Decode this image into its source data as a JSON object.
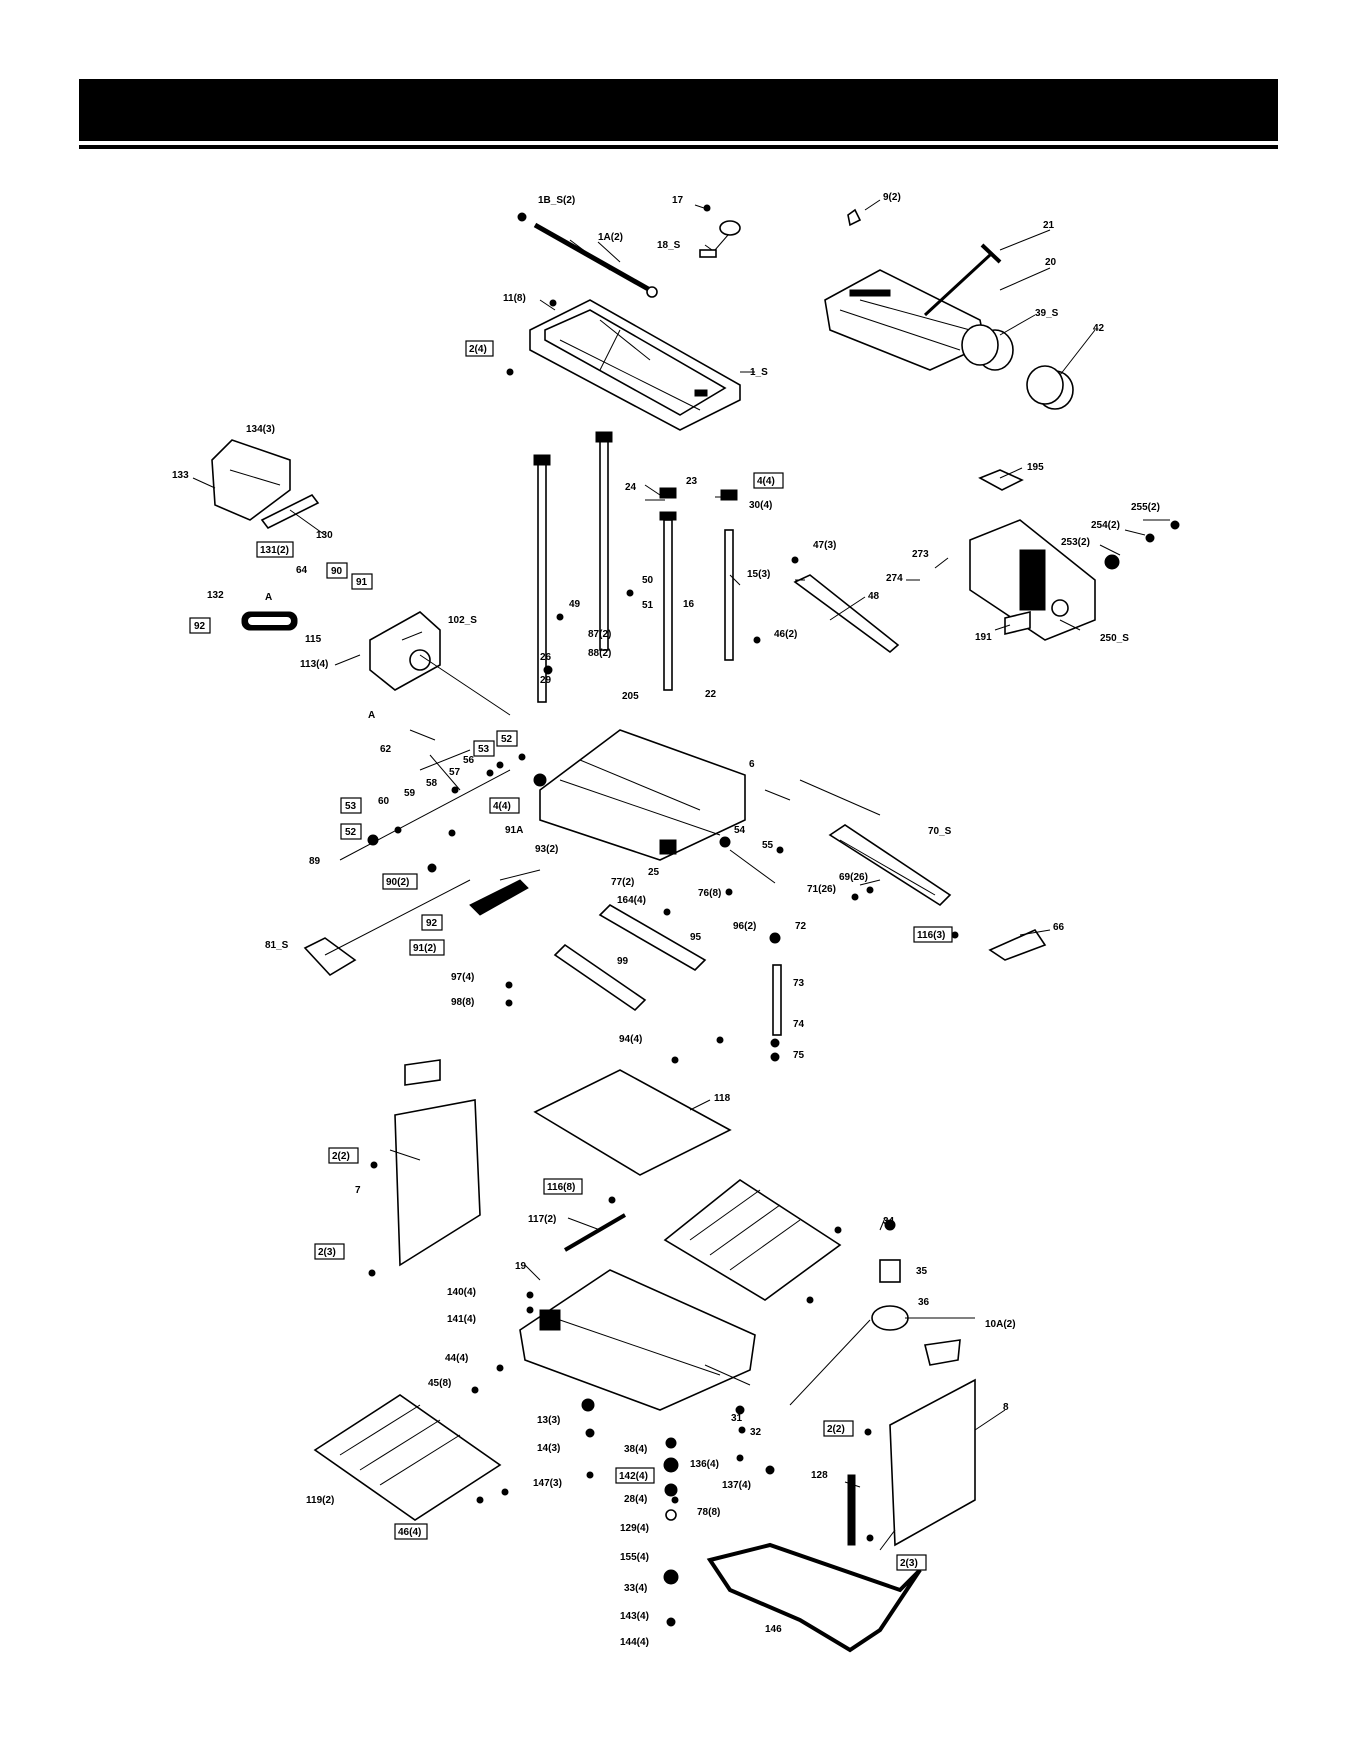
{
  "header": {
    "title": ""
  },
  "labels": [
    {
      "id": "1b",
      "text": "1B_S(2)",
      "box": false
    },
    {
      "id": "1a",
      "text": "1A(2)",
      "box": false
    },
    {
      "id": "17",
      "text": "17",
      "box": false
    },
    {
      "id": "18",
      "text": "18_S",
      "box": false
    },
    {
      "id": "11",
      "text": "11(8)",
      "box": false
    },
    {
      "id": "2_4",
      "text": "2(4)",
      "box": true
    },
    {
      "id": "1s",
      "text": "1_S",
      "box": false
    },
    {
      "id": "9",
      "text": "9(2)",
      "box": false
    },
    {
      "id": "21",
      "text": "21",
      "box": false
    },
    {
      "id": "20",
      "text": "20",
      "box": false
    },
    {
      "id": "39",
      "text": "39_S",
      "box": false
    },
    {
      "id": "42",
      "text": "42",
      "box": false
    },
    {
      "id": "134",
      "text": "134(3)",
      "box": false
    },
    {
      "id": "133",
      "text": "133",
      "box": false
    },
    {
      "id": "130",
      "text": "130",
      "box": false
    },
    {
      "id": "24",
      "text": "24",
      "box": false
    },
    {
      "id": "23",
      "text": "23",
      "box": false
    },
    {
      "id": "4_4a",
      "text": "4(4)",
      "box": true
    },
    {
      "id": "30",
      "text": "30(4)",
      "box": false
    },
    {
      "id": "195",
      "text": "195",
      "box": false
    },
    {
      "id": "255",
      "text": "255(2)",
      "box": false
    },
    {
      "id": "254",
      "text": "254(2)",
      "box": false
    },
    {
      "id": "253",
      "text": "253(2)",
      "box": false
    },
    {
      "id": "131",
      "text": "131(2)",
      "box": true
    },
    {
      "id": "64",
      "text": "64",
      "box": false
    },
    {
      "id": "90a",
      "text": "90",
      "box": true
    },
    {
      "id": "91a",
      "text": "91",
      "box": true
    },
    {
      "id": "132",
      "text": "132",
      "box": false
    },
    {
      "id": "a1",
      "text": "A",
      "box": false
    },
    {
      "id": "47",
      "text": "47(3)",
      "box": false
    },
    {
      "id": "273",
      "text": "273",
      "box": false
    },
    {
      "id": "15",
      "text": "15(3)",
      "box": false
    },
    {
      "id": "274",
      "text": "274",
      "box": false
    },
    {
      "id": "50",
      "text": "50",
      "box": false
    },
    {
      "id": "51",
      "text": "51",
      "box": false
    },
    {
      "id": "16",
      "text": "16",
      "box": false
    },
    {
      "id": "49",
      "text": "49",
      "box": false
    },
    {
      "id": "48",
      "text": "48",
      "box": false
    },
    {
      "id": "92a",
      "text": "92",
      "box": true
    },
    {
      "id": "115",
      "text": "115",
      "box": false
    },
    {
      "id": "102",
      "text": "102_S",
      "box": false
    },
    {
      "id": "87",
      "text": "87(2)",
      "box": false
    },
    {
      "id": "88",
      "text": "88(2)",
      "box": false
    },
    {
      "id": "46",
      "text": "46(2)",
      "box": false
    },
    {
      "id": "191",
      "text": "191",
      "box": false
    },
    {
      "id": "250",
      "text": "250_S",
      "box": false
    },
    {
      "id": "113",
      "text": "113(4)",
      "box": false
    },
    {
      "id": "26",
      "text": "26",
      "box": false
    },
    {
      "id": "29",
      "text": "29",
      "box": false
    },
    {
      "id": "205",
      "text": "205",
      "box": false
    },
    {
      "id": "22",
      "text": "22",
      "box": false
    },
    {
      "id": "a2",
      "text": "A",
      "box": false
    },
    {
      "id": "62",
      "text": "62",
      "box": false
    },
    {
      "id": "53a",
      "text": "53",
      "box": true
    },
    {
      "id": "52a",
      "text": "52",
      "box": true
    },
    {
      "id": "56",
      "text": "56",
      "box": false
    },
    {
      "id": "57",
      "text": "57",
      "box": false
    },
    {
      "id": "58",
      "text": "58",
      "box": false
    },
    {
      "id": "6",
      "text": "6",
      "box": false
    },
    {
      "id": "53b",
      "text": "53",
      "box": true
    },
    {
      "id": "60",
      "text": "60",
      "box": false
    },
    {
      "id": "59",
      "text": "59",
      "box": false
    },
    {
      "id": "4_4b",
      "text": "4(4)",
      "box": true
    },
    {
      "id": "52b",
      "text": "52",
      "box": true
    },
    {
      "id": "91A",
      "text": "91A",
      "box": false
    },
    {
      "id": "54",
      "text": "54",
      "box": false
    },
    {
      "id": "55",
      "text": "55",
      "box": false
    },
    {
      "id": "70",
      "text": "70_S",
      "box": false
    },
    {
      "id": "93",
      "text": "93(2)",
      "box": false
    },
    {
      "id": "89",
      "text": "89",
      "box": false
    },
    {
      "id": "90b",
      "text": "90(2)",
      "box": true
    },
    {
      "id": "77",
      "text": "77(2)",
      "box": false
    },
    {
      "id": "25",
      "text": "25",
      "box": false
    },
    {
      "id": "76",
      "text": "76(8)",
      "box": false
    },
    {
      "id": "69",
      "text": "69(26)",
      "box": false
    },
    {
      "id": "71",
      "text": "71(26)",
      "box": false
    },
    {
      "id": "164",
      "text": "164(4)",
      "box": false
    },
    {
      "id": "116a",
      "text": "116(3)",
      "box": true
    },
    {
      "id": "66",
      "text": "66",
      "box": false
    },
    {
      "id": "92b",
      "text": "92",
      "box": true
    },
    {
      "id": "96",
      "text": "96(2)",
      "box": false
    },
    {
      "id": "72",
      "text": "72",
      "box": false
    },
    {
      "id": "95",
      "text": "95",
      "box": false
    },
    {
      "id": "81",
      "text": "81_S",
      "box": false
    },
    {
      "id": "91b",
      "text": "91(2)",
      "box": true
    },
    {
      "id": "99",
      "text": "99",
      "box": false
    },
    {
      "id": "97",
      "text": "97(4)",
      "box": false
    },
    {
      "id": "73",
      "text": "73",
      "box": false
    },
    {
      "id": "98",
      "text": "98(8)",
      "box": false
    },
    {
      "id": "74",
      "text": "74",
      "box": false
    },
    {
      "id": "94",
      "text": "94(4)",
      "box": false
    },
    {
      "id": "75",
      "text": "75",
      "box": false
    },
    {
      "id": "118",
      "text": "118",
      "box": false
    },
    {
      "id": "2_2a",
      "text": "2(2)",
      "box": true
    },
    {
      "id": "7",
      "text": "7",
      "box": false
    },
    {
      "id": "116b",
      "text": "116(8)",
      "box": true
    },
    {
      "id": "117",
      "text": "117(2)",
      "box": false
    },
    {
      "id": "2_3a",
      "text": "2(3)",
      "box": true
    },
    {
      "id": "34",
      "text": "34",
      "box": false
    },
    {
      "id": "19",
      "text": "19",
      "box": false
    },
    {
      "id": "35",
      "text": "35",
      "box": false
    },
    {
      "id": "140",
      "text": "140(4)",
      "box": false
    },
    {
      "id": "36",
      "text": "36",
      "box": false
    },
    {
      "id": "141",
      "text": "141(4)",
      "box": false
    },
    {
      "id": "10a",
      "text": "10A(2)",
      "box": false
    },
    {
      "id": "44",
      "text": "44(4)",
      "box": false
    },
    {
      "id": "45",
      "text": "45(8)",
      "box": false
    },
    {
      "id": "8",
      "text": "8",
      "box": false
    },
    {
      "id": "13",
      "text": "13(3)",
      "box": false
    },
    {
      "id": "31",
      "text": "31",
      "box": false
    },
    {
      "id": "32",
      "text": "32",
      "box": false
    },
    {
      "id": "2_2b",
      "text": "2(2)",
      "box": true
    },
    {
      "id": "14",
      "text": "14(3)",
      "box": false
    },
    {
      "id": "38",
      "text": "38(4)",
      "box": false
    },
    {
      "id": "136",
      "text": "136(4)",
      "box": false
    },
    {
      "id": "142",
      "text": "142(4)",
      "box": true
    },
    {
      "id": "147",
      "text": "147(3)",
      "box": false
    },
    {
      "id": "137",
      "text": "137(4)",
      "box": false
    },
    {
      "id": "128",
      "text": "128",
      "box": false
    },
    {
      "id": "28",
      "text": "28(4)",
      "box": false
    },
    {
      "id": "119",
      "text": "119(2)",
      "box": false
    },
    {
      "id": "78",
      "text": "78(8)",
      "box": false
    },
    {
      "id": "46b",
      "text": "46(4)",
      "box": true
    },
    {
      "id": "129",
      "text": "129(4)",
      "box": false
    },
    {
      "id": "2_3b",
      "text": "2(3)",
      "box": true
    },
    {
      "id": "155",
      "text": "155(4)",
      "box": false
    },
    {
      "id": "33",
      "text": "33(4)",
      "box": false
    },
    {
      "id": "143",
      "text": "143(4)",
      "box": false
    },
    {
      "id": "146",
      "text": "146",
      "box": false
    },
    {
      "id": "144",
      "text": "144(4)",
      "box": false
    }
  ]
}
